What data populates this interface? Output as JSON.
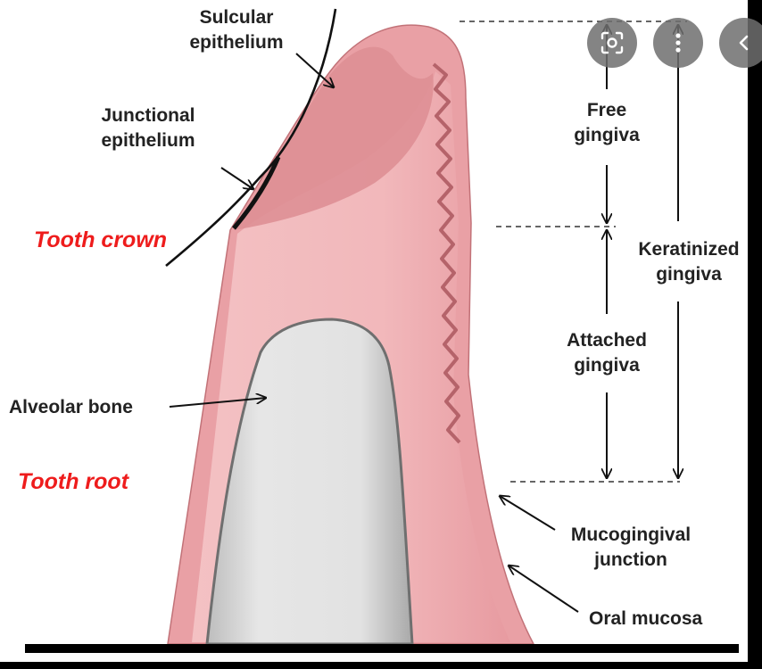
{
  "labels": {
    "sulcular": [
      "Sulcular",
      "epithelium"
    ],
    "junctional": [
      "Junctional",
      "epithelium"
    ],
    "tooth_crown": "Tooth crown",
    "alveolar_bone": "Alveolar bone",
    "tooth_root": "Tooth root",
    "free_gingiva": [
      "Free",
      "gingiva"
    ],
    "attached_gingiva": [
      "Attached",
      "gingiva"
    ],
    "keratinized_gingiva": [
      "Keratinized",
      "gingiva"
    ],
    "mucogingival": [
      "Mucogingival",
      "junction"
    ],
    "oral_mucosa": "Oral mucosa"
  },
  "overlay_buttons": [
    {
      "icon": "visual-search-icon"
    },
    {
      "icon": "more-vertical-icon"
    },
    {
      "icon": "chevron-left-icon"
    }
  ],
  "colors": {
    "gingiva_outer": "#e9a0a5",
    "gingiva_inner": "#f3bfc1",
    "sulcus_dark": "#dd8d93",
    "bone": "#d8d8d8",
    "bone_edge": "#6f6f6f",
    "label_red": "#ee1c1c",
    "background": "#ffffff"
  }
}
